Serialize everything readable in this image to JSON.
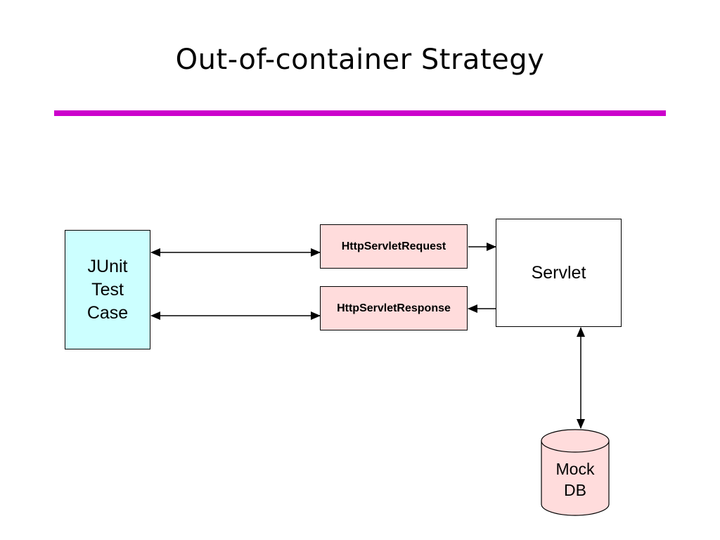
{
  "slide": {
    "title": "Out-of-container Strategy",
    "rule_color": "#cc00cc"
  },
  "diagram": {
    "junit": {
      "label": "JUnit\nTest\nCase",
      "fill": "#ccffff"
    },
    "request": {
      "label": "HttpServletRequest",
      "fill": "#ffdcdc"
    },
    "response": {
      "label": "HttpServletResponse",
      "fill": "#ffdcdc"
    },
    "servlet": {
      "label": "Servlet",
      "fill": "#ffffff"
    },
    "mock_db": {
      "label": "Mock\nDB",
      "fill": "#ffdcdc"
    },
    "connections": [
      {
        "from": "junit",
        "to": "request",
        "direction": "both"
      },
      {
        "from": "junit",
        "to": "response",
        "direction": "both"
      },
      {
        "from": "request",
        "to": "servlet",
        "direction": "forward"
      },
      {
        "from": "servlet",
        "to": "response",
        "direction": "forward"
      },
      {
        "from": "servlet",
        "to": "mock_db",
        "direction": "both"
      }
    ]
  }
}
